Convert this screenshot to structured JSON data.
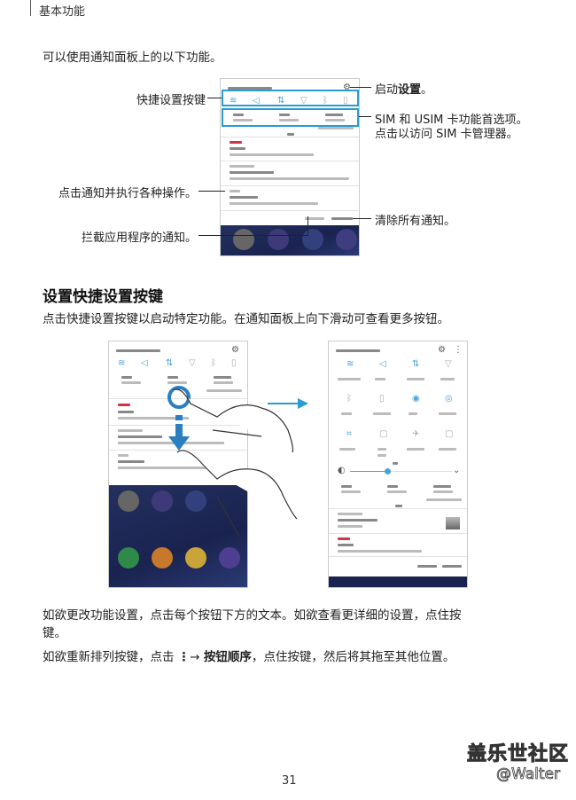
{
  "header": {
    "section": "基本功能"
  },
  "intro": "可以使用通知面板上的以下功能。",
  "callouts": {
    "quick_settings": "快捷设置按键",
    "tap_notification": "点击通知并执行各种操作。",
    "block_notifications": "拦截应用程序的通知。",
    "launch_settings_prefix": "启动",
    "launch_settings_bold": "设置",
    "launch_settings_suffix": "。",
    "sim_line1": "SIM 和 USIM 卡功能首选项。",
    "sim_line2": "点击以访问 SIM 卡管理器。",
    "clear_all": "清除所有通知。"
  },
  "section": {
    "heading": "设置快捷设置按键",
    "description": "点击快捷设置按键以启动特定功能。在通知面板上向下滑动可查看更多按钮。"
  },
  "notes": {
    "note1_line1": "如欲更改功能设置，点击每个按钮下方的文本。如欲查看更详细的设置，点住按",
    "note1_line2": "键。",
    "note2_prefix": "如欲重新排列按键，点击",
    "note2_arrow": "→",
    "note2_bold": "按钮顺序",
    "note2_suffix": "，点住按键，然后将其拖至其他位置。"
  },
  "watermark": {
    "brand": "盖乐世社区",
    "user": "@Walter"
  },
  "page_number": "31",
  "colors": {
    "accent": "#2b9bd4",
    "notification_red": "#d0344a"
  }
}
